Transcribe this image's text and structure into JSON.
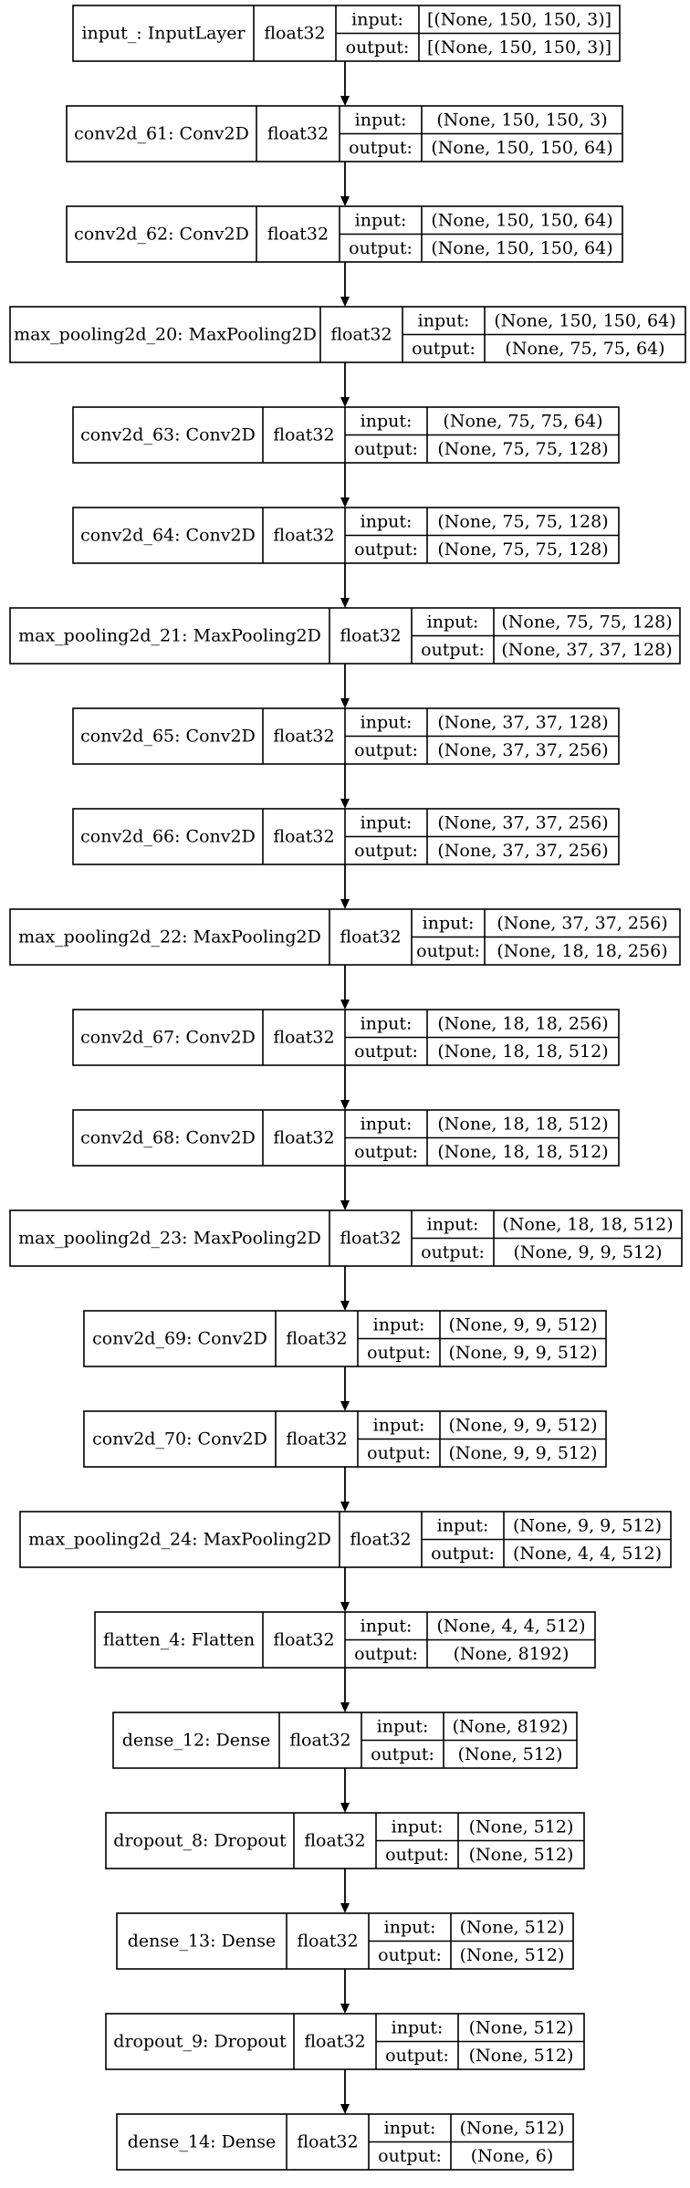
{
  "nodes": [
    {
      "name": "input_: InputLayer",
      "dtype": "float32",
      "input_label": "input:",
      "output_label": "output:",
      "input": "[(None, 150, 150, 3)]",
      "output": "[(None, 150, 150, 3)]"
    },
    {
      "name": "conv2d_61: Conv2D",
      "dtype": "float32",
      "input_label": "input:",
      "output_label": "output:",
      "input": "(None, 150, 150, 3)",
      "output": "(None, 150, 150, 64)"
    },
    {
      "name": "conv2d_62: Conv2D",
      "dtype": "float32",
      "input_label": "input:",
      "output_label": "output:",
      "input": "(None, 150, 150, 64)",
      "output": "(None, 150, 150, 64)"
    },
    {
      "name": "max_pooling2d_20: MaxPooling2D",
      "dtype": "float32",
      "input_label": "input:",
      "output_label": "output:",
      "input": "(None, 150, 150, 64)",
      "output": "(None, 75, 75, 64)"
    },
    {
      "name": "conv2d_63: Conv2D",
      "dtype": "float32",
      "input_label": "input:",
      "output_label": "output:",
      "input": "(None, 75, 75, 64)",
      "output": "(None, 75, 75, 128)"
    },
    {
      "name": "conv2d_64: Conv2D",
      "dtype": "float32",
      "input_label": "input:",
      "output_label": "output:",
      "input": "(None, 75, 75, 128)",
      "output": "(None, 75, 75, 128)"
    },
    {
      "name": "max_pooling2d_21: MaxPooling2D",
      "dtype": "float32",
      "input_label": "input:",
      "output_label": "output:",
      "input": "(None, 75, 75, 128)",
      "output": "(None, 37, 37, 128)"
    },
    {
      "name": "conv2d_65: Conv2D",
      "dtype": "float32",
      "input_label": "input:",
      "output_label": "output:",
      "input": "(None, 37, 37, 128)",
      "output": "(None, 37, 37, 256)"
    },
    {
      "name": "conv2d_66: Conv2D",
      "dtype": "float32",
      "input_label": "input:",
      "output_label": "output:",
      "input": "(None, 37, 37, 256)",
      "output": "(None, 37, 37, 256)"
    },
    {
      "name": "max_pooling2d_22: MaxPooling2D",
      "dtype": "float32",
      "input_label": "input:",
      "output_label": "output:",
      "input": "(None, 37, 37, 256)",
      "output": "(None, 18, 18, 256)"
    },
    {
      "name": "conv2d_67: Conv2D",
      "dtype": "float32",
      "input_label": "input:",
      "output_label": "output:",
      "input": "(None, 18, 18, 256)",
      "output": "(None, 18, 18, 512)"
    },
    {
      "name": "conv2d_68: Conv2D",
      "dtype": "float32",
      "input_label": "input:",
      "output_label": "output:",
      "input": "(None, 18, 18, 512)",
      "output": "(None, 18, 18, 512)"
    },
    {
      "name": "max_pooling2d_23: MaxPooling2D",
      "dtype": "float32",
      "input_label": "input:",
      "output_label": "output:",
      "input": "(None, 18, 18, 512)",
      "output": "(None, 9, 9, 512)"
    },
    {
      "name": "conv2d_69: Conv2D",
      "dtype": "float32",
      "input_label": "input:",
      "output_label": "output:",
      "input": "(None, 9, 9, 512)",
      "output": "(None, 9, 9, 512)"
    },
    {
      "name": "conv2d_70: Conv2D",
      "dtype": "float32",
      "input_label": "input:",
      "output_label": "output:",
      "input": "(None, 9, 9, 512)",
      "output": "(None, 9, 9, 512)"
    },
    {
      "name": "max_pooling2d_24: MaxPooling2D",
      "dtype": "float32",
      "input_label": "input:",
      "output_label": "output:",
      "input": "(None, 9, 9, 512)",
      "output": "(None, 4, 4, 512)"
    },
    {
      "name": "flatten_4: Flatten",
      "dtype": "float32",
      "input_label": "input:",
      "output_label": "output:",
      "input": "(None, 4, 4, 512)",
      "output": "(None, 8192)"
    },
    {
      "name": "dense_12: Dense",
      "dtype": "float32",
      "input_label": "input:",
      "output_label": "output:",
      "input": "(None, 8192)",
      "output": "(None, 512)"
    },
    {
      "name": "dropout_8: Dropout",
      "dtype": "float32",
      "input_label": "input:",
      "output_label": "output:",
      "input": "(None, 512)",
      "output": "(None, 512)"
    },
    {
      "name": "dense_13: Dense",
      "dtype": "float32",
      "input_label": "input:",
      "output_label": "output:",
      "input": "(None, 512)",
      "output": "(None, 512)"
    },
    {
      "name": "dropout_9: Dropout",
      "dtype": "float32",
      "input_label": "input:",
      "output_label": "output:",
      "input": "(None, 512)",
      "output": "(None, 512)"
    },
    {
      "name": "dense_14: Dense",
      "dtype": "float32",
      "input_label": "input:",
      "output_label": "output:",
      "input": "(None, 512)",
      "output": "(None, 6)"
    }
  ],
  "colors": {
    "stroke": "#000000",
    "background": "#ffffff",
    "text": "#000000"
  }
}
